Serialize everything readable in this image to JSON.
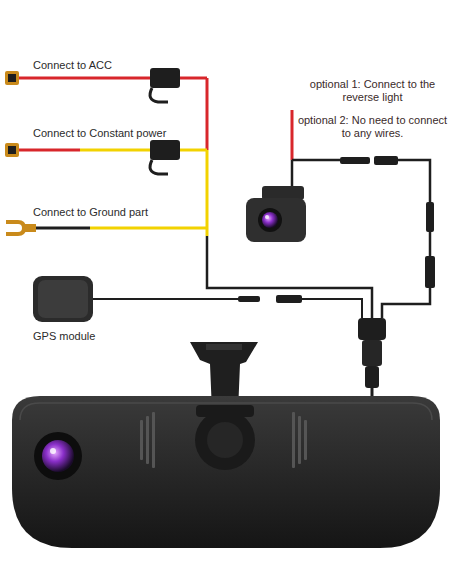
{
  "diagram": {
    "labels": [
      "Connect to ACC",
      "Connect to Constant power",
      "Connect to Ground part",
      "GPS module",
      "optional 1: Connect to the reverse light",
      "optional 2: No need to connect to any wires."
    ]
  }
}
